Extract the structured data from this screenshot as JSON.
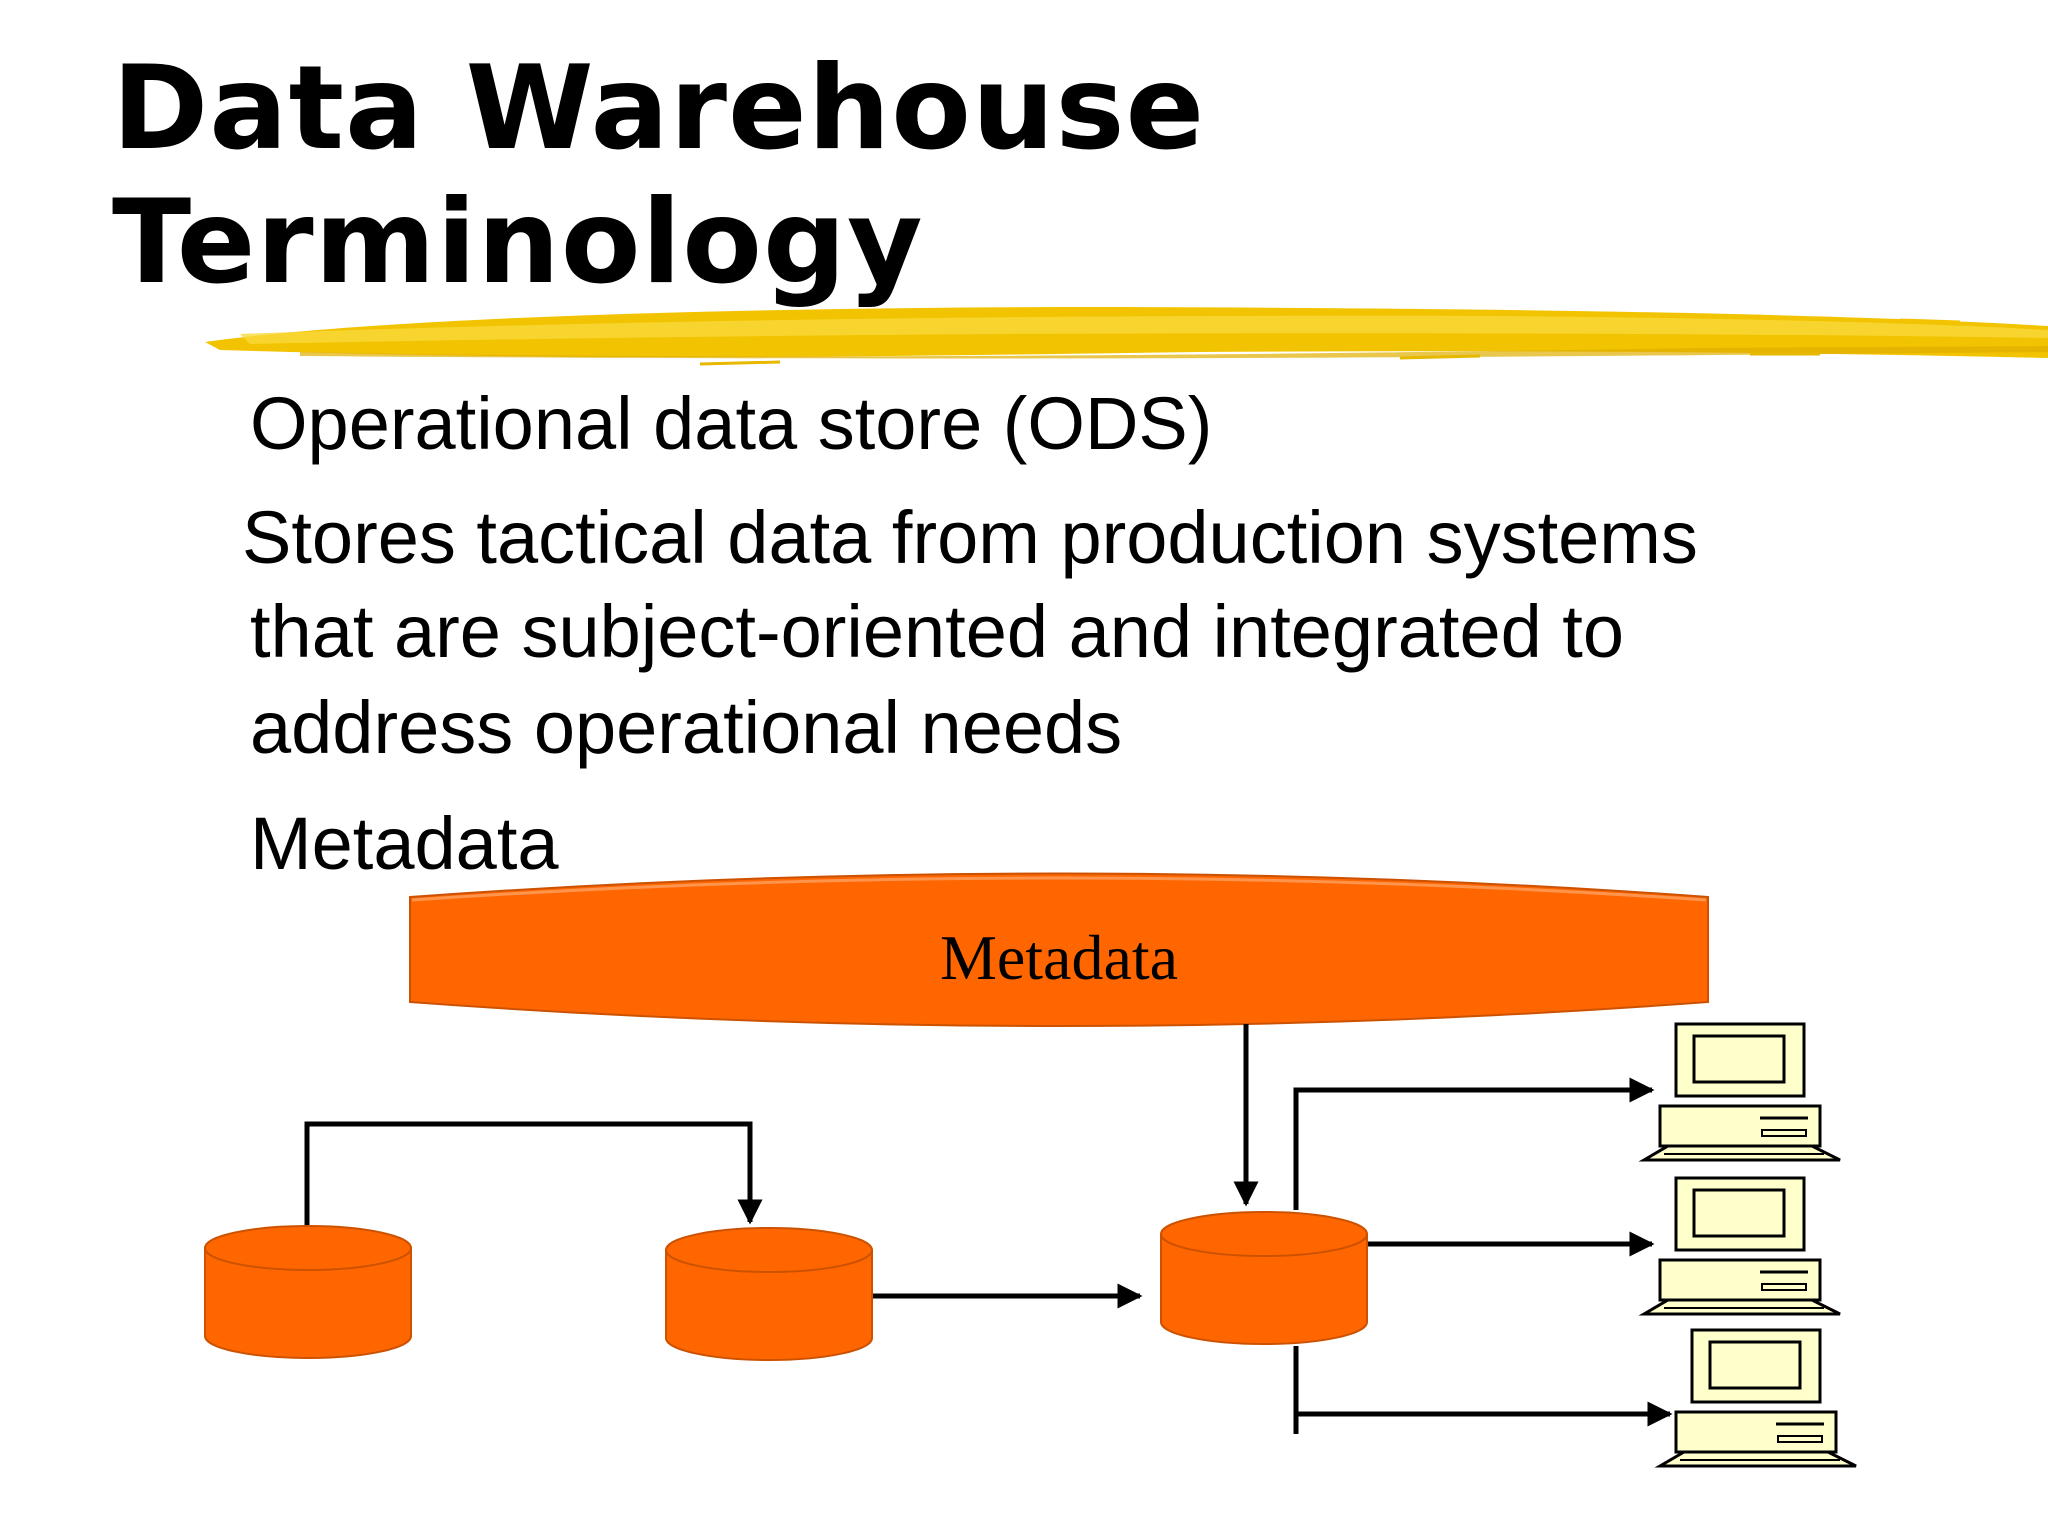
{
  "slide": {
    "title_line_1": "Data Warehouse",
    "title_line_2": "Terminology"
  },
  "content": {
    "ods_term": "Operational data store (ODS)",
    "ods_definition_lines": [
      "Stores tactical data from production systems",
      "that are subject-oriented and integrated to",
      "address operational needs"
    ],
    "metadata_term": "Metadata"
  },
  "diagram": {
    "metadata_layer_label": "Metadata"
  },
  "colors": {
    "accent_orange": "#FF6600",
    "brush_yellow": "#F2C300",
    "terminal_fill": "#FFFFCC"
  },
  "icons": [
    "database-cylinder-icon",
    "computer-terminal-icon",
    "arrow-icon"
  ]
}
